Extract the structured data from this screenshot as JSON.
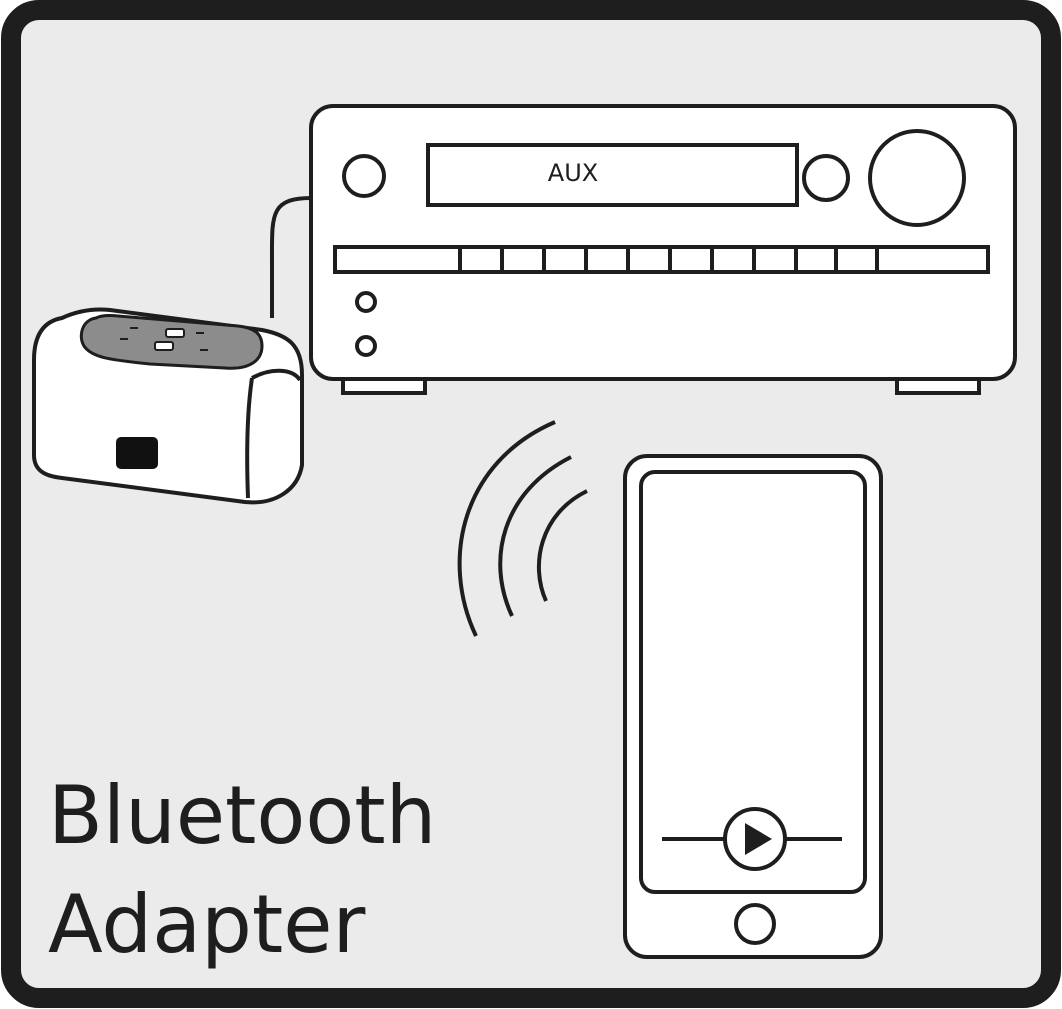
{
  "caption": {
    "line1": "Bluetooth",
    "line2": "Adapter"
  },
  "receiver": {
    "display_text": "AUX"
  },
  "colors": {
    "background": "#ebebeb",
    "outline": "#1e1e1e",
    "device_fill": "#ffffff",
    "control_panel": "#8c8c8c"
  },
  "icons": {
    "play": "play-icon",
    "signal": "bluetooth-signal-waves"
  }
}
